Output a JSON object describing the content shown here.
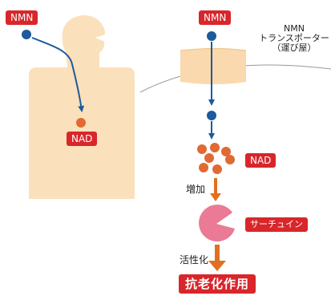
{
  "left_panel": {
    "nmn_label": "NMN",
    "nad_label": "NAD"
  },
  "right_panel": {
    "nmn_label": "NMN",
    "transporter_lines": [
      "NMN",
      "トランスポーター",
      "（運び屋）"
    ],
    "nad_label": "NAD",
    "increase_label": "増加",
    "sirtuin_label": "サーチュイン",
    "activation_label": "活性化",
    "result_label": "抗老化作用"
  },
  "colors": {
    "accent_red": "#d8262b",
    "body_fill": "#fbe0bc",
    "transporter_fill": "#f9d9ad",
    "nmn_dot": "#1d5a9e",
    "nad_dot": "#e06a32",
    "sirtuin": "#ea7a95",
    "arrow_orange": "#e07020"
  }
}
